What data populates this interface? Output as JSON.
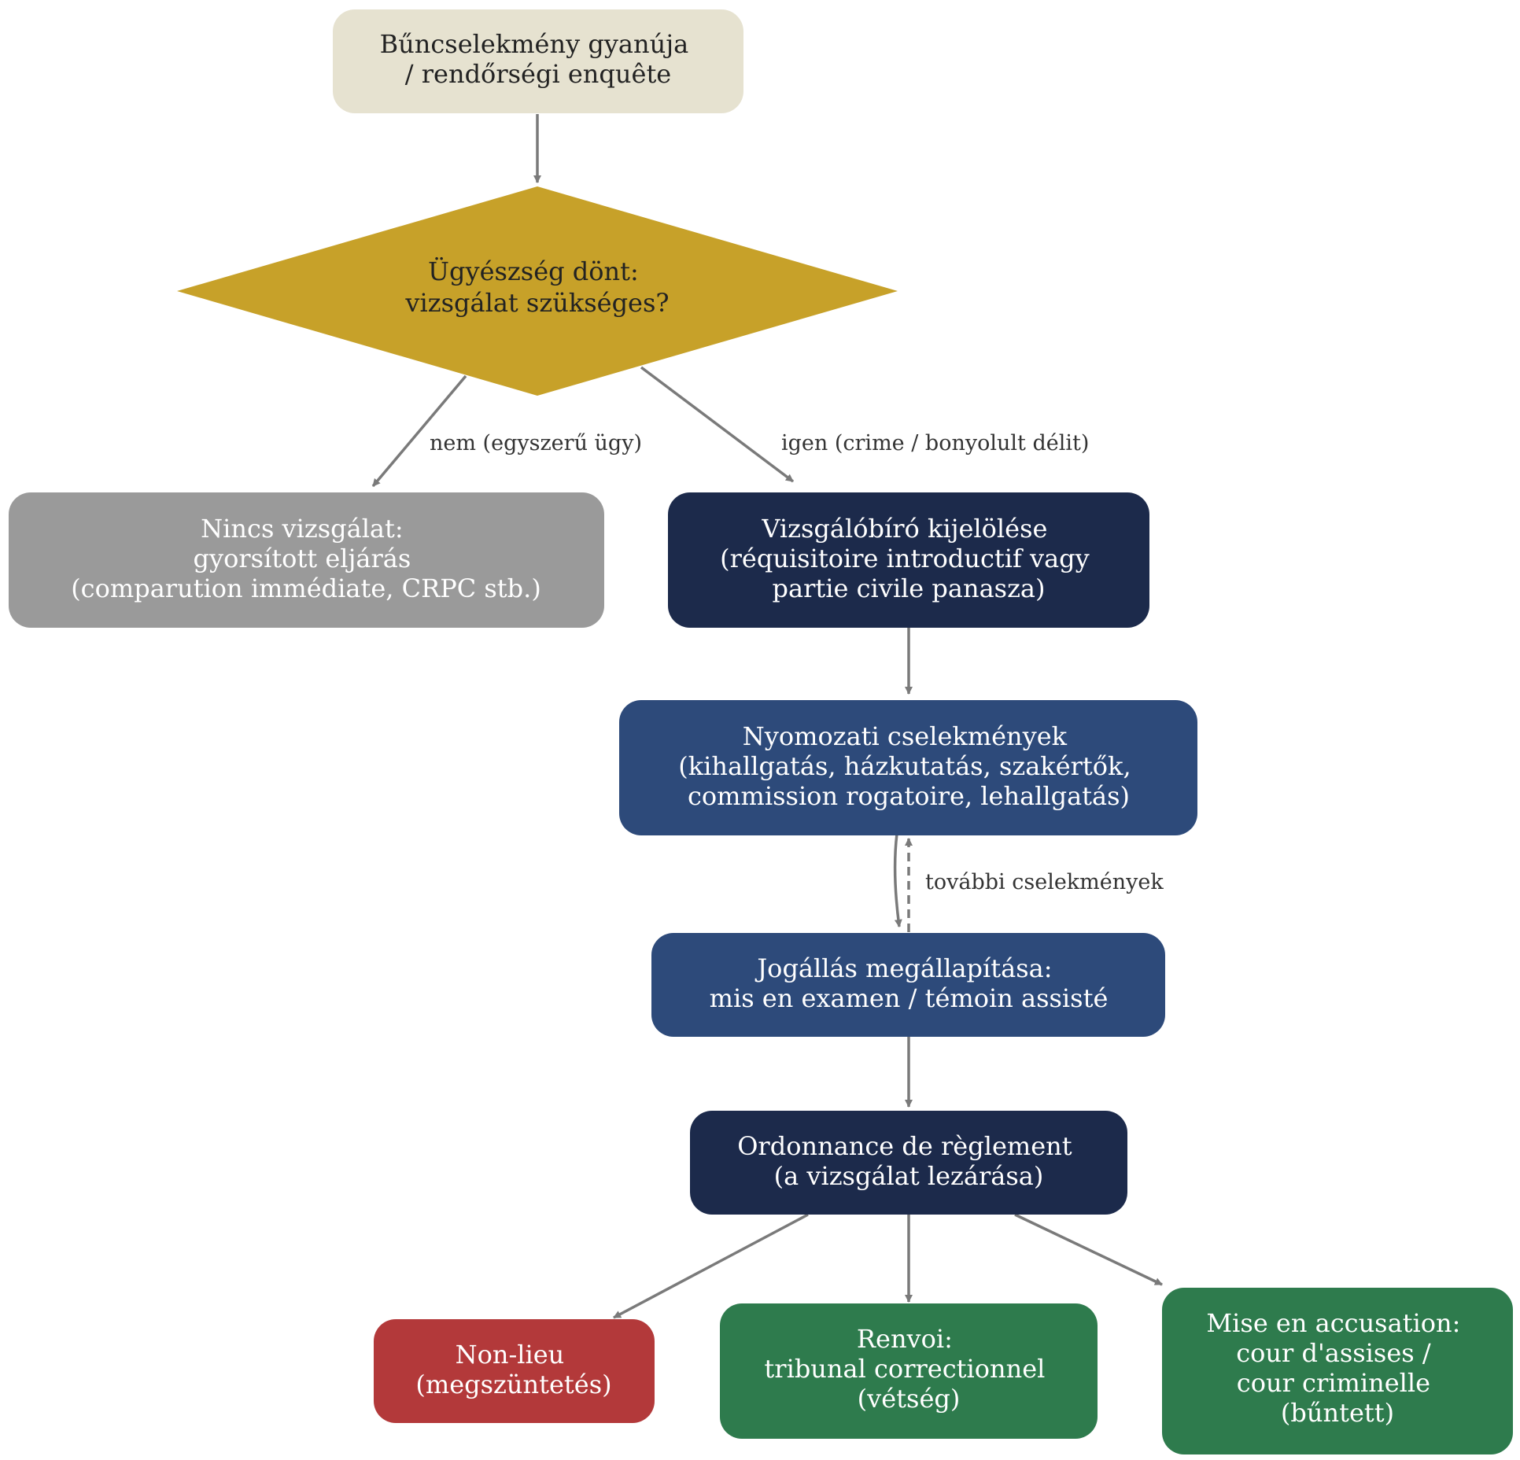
{
  "colors": {
    "edge": "#7a7a7a",
    "beige": "#e6e2d0",
    "gold": "#c7a129",
    "gray": "#9a9a9a",
    "navy": "#1c2a4b",
    "blue": "#2d4a7a",
    "red": "#b3393a",
    "green": "#2e7b4d",
    "dark_text": "#222222",
    "light_text": "#ffffff"
  },
  "nodes": {
    "start": {
      "lines": [
        "Bűncselekmény gyanúja",
        "/ rendőrségi enquête"
      ]
    },
    "decision": {
      "lines": [
        "Ügyészség dönt:",
        "vizsgálat szükséges?"
      ]
    },
    "no_investigation": {
      "lines": [
        "Nincs vizsgálat:",
        "gyorsított eljárás",
        "(comparution immédiate, CRPC stb.)"
      ]
    },
    "judge": {
      "lines": [
        "Vizsgálóbíró kijelölése",
        "(réquisitoire introductif vagy",
        "partie civile panasza)"
      ]
    },
    "acts": {
      "lines": [
        "Nyomozati cselekmények",
        "(kihallgatás, házkutatás, szakértők,",
        "commission rogatoire, lehallgatás)"
      ]
    },
    "status": {
      "lines": [
        "Jogállás megállapítása:",
        "mis en examen / témoin assisté"
      ]
    },
    "ordonnance": {
      "lines": [
        "Ordonnance de règlement",
        "(a vizsgálat lezárása)"
      ]
    },
    "nonlieu": {
      "lines": [
        "Non-lieu",
        "(megszüntetés)"
      ]
    },
    "renvoi": {
      "lines": [
        "Renvoi:",
        "tribunal correctionnel",
        "(vétség)"
      ]
    },
    "accusation": {
      "lines": [
        "Mise en accusation:",
        "cour d'assises /",
        "cour criminelle",
        "(bűntett)"
      ]
    }
  },
  "edges": {
    "no_label": "nem (egyszerű ügy)",
    "yes_label": "igen (crime / bonyolult délit)",
    "further_label": "további cselekmények"
  }
}
